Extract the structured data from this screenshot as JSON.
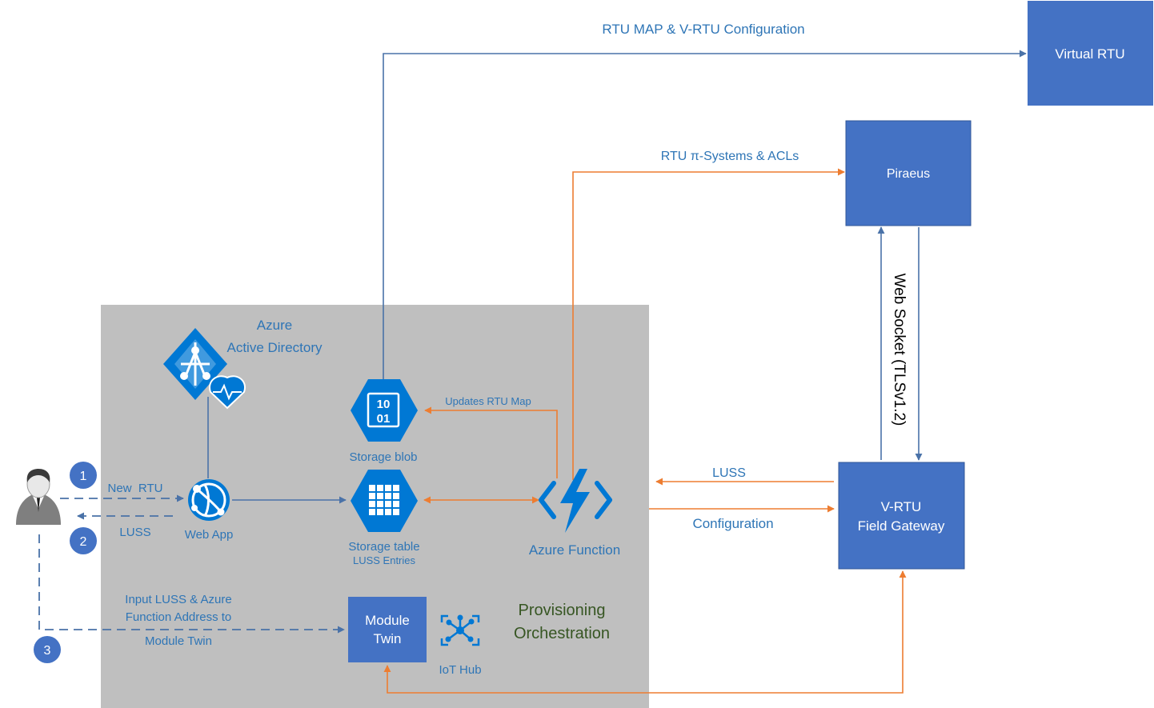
{
  "colors": {
    "blue_box": "#4472c4",
    "blue_text": "#2e75b6",
    "icon_blue": "#0078d4",
    "orange": "#ed7d31",
    "gray_panel": "#bfbfbf",
    "green_text": "#375623",
    "badge": "#4472c4"
  },
  "icons": {
    "user": "user-icon",
    "active_directory": "active-directory-icon",
    "web_app": "web-app-icon",
    "storage_blob": "storage-blob-icon",
    "storage_table": "storage-table-icon",
    "azure_function": "azure-function-icon",
    "iot_hub": "iot-hub-icon"
  },
  "boxes": {
    "virtual_rtu": "Virtual RTU",
    "piraeus": "Piraeus",
    "vrtu_line1": "V-RTU",
    "vrtu_line2": "Field Gateway",
    "module_twin_line1": "Module",
    "module_twin_line2": "Twin"
  },
  "azure_panel": {
    "aad_line1": "Azure",
    "aad_line2": "Active Directory",
    "web_app": "Web App",
    "storage_blob": "Storage blob",
    "storage_table": "Storage table",
    "storage_table_sub": "LUSS Entries",
    "azure_function": "Azure Function",
    "iot_hub": "IoT Hub",
    "provisioning_line1": "Provisioning",
    "provisioning_line2": "Orchestration",
    "blob_icon_line1": "10",
    "blob_icon_line2": "01"
  },
  "labels": {
    "rtu_map": "RTU MAP & V-RTU Configuration",
    "rtu_pi": "RTU π-Systems & ACLs",
    "web_socket": "Web Socket (TLSv1.2)",
    "luss_right": "LUSS",
    "configuration": "Configuration",
    "updates_rtu_map": "Updates RTU Map",
    "new_rtu": "New  RTU",
    "luss_left": "LUSS",
    "input_line1": "Input LUSS & Azure",
    "input_line2": "Function Address to",
    "input_line3": "Module Twin"
  },
  "steps": [
    "1",
    "2",
    "3"
  ]
}
